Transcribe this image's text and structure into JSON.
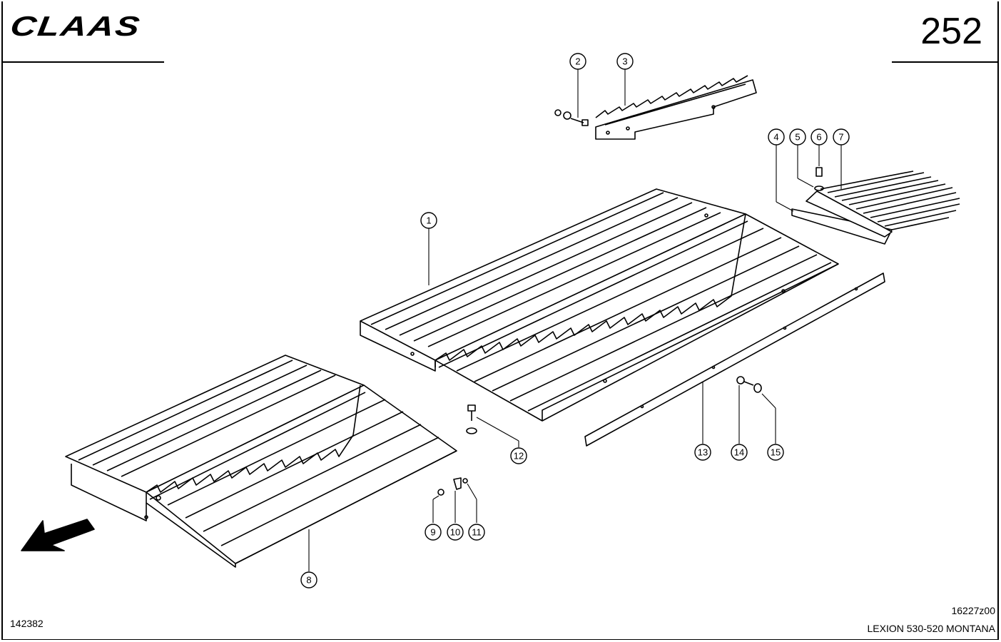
{
  "header": {
    "brand": "CLAAS",
    "page_number": "252"
  },
  "footer": {
    "document_code": "142382",
    "drawing_code": "16227z00",
    "model": "LEXION 530-520 MONTANA"
  },
  "callouts": [
    "1",
    "2",
    "3",
    "4",
    "5",
    "6",
    "7",
    "8",
    "9",
    "10",
    "11",
    "12",
    "13",
    "14",
    "15"
  ]
}
